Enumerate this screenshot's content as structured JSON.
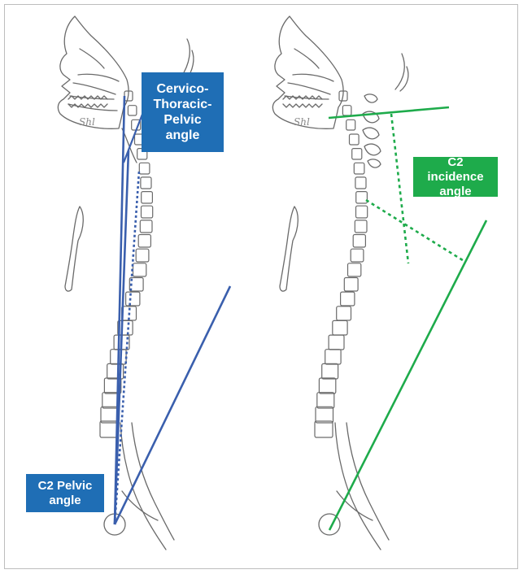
{
  "figure": {
    "left_panel": {
      "ctp_label": "Cervico-Thoracic-Pelvic angle",
      "c2_pelvic_label": "C2 Pelvic angle"
    },
    "right_panel": {
      "c2_incidence_label": "C2 incidence angle"
    },
    "signature": "Shl"
  },
  "colors": {
    "blue": "#1f6eb5",
    "blue_line": "#3a5fad",
    "green": "#1eab4b",
    "sketch": "#6a6a6a"
  }
}
